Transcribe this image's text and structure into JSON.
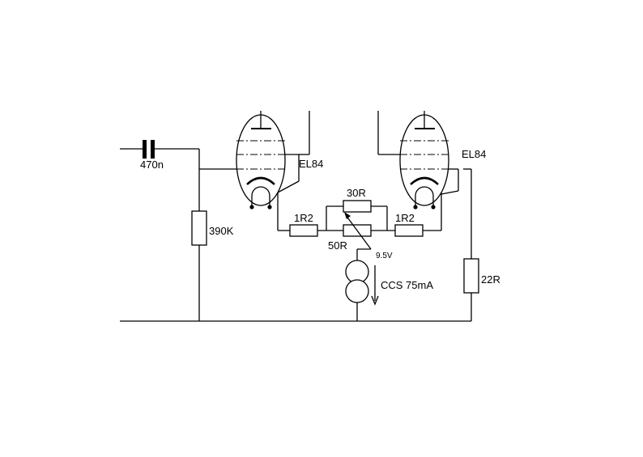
{
  "labels": {
    "capacitor": "470n",
    "grid_resistor": "390K",
    "tube_left": "EL84",
    "tube_right": "EL84",
    "cathode_resistor_left": "1R2",
    "cathode_resistor_right": "1R2",
    "balance_resistor": "30R",
    "potentiometer": "50R",
    "voltage": "9.5V",
    "current_source": "CCS 75mA",
    "grid_stopper": "22R"
  }
}
